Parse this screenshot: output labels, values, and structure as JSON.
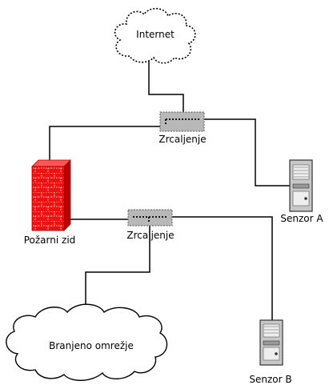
{
  "nodes": {
    "internet": {
      "label": "Internet",
      "icon": "cloud-icon"
    },
    "mirror_top": {
      "label": "Zrcaljenje",
      "icon": "network-tap-icon"
    },
    "mirror_bottom": {
      "label": "Zrcaljenje",
      "icon": "network-tap-icon"
    },
    "firewall": {
      "label": "Požarni zid",
      "icon": "firewall-icon"
    },
    "sensor_a": {
      "label": "Senzor A",
      "icon": "server-tower-icon"
    },
    "sensor_b": {
      "label": "Senzor B",
      "icon": "server-tower-icon"
    },
    "protected_network": {
      "label": "Branjeno omrežje",
      "icon": "cloud-icon"
    }
  },
  "colors": {
    "firewall": "#ee1111",
    "tap_fill": "#b8b8b8",
    "server_fill": "#c8c8c8",
    "line": "#000000"
  }
}
